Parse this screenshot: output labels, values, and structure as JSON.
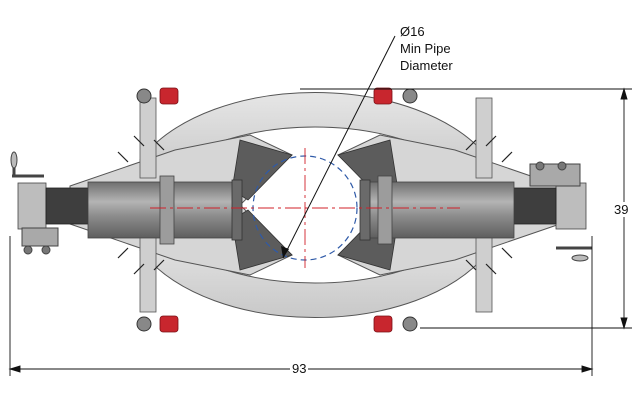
{
  "callout": {
    "diameter": "Ø16",
    "line1": "Min Pipe",
    "line2": "Diameter"
  },
  "dimensions": {
    "width": "93",
    "height": "39"
  },
  "colors": {
    "frame": "#d8d8d8",
    "cylinder": "#8e8e8e",
    "red_cap": "#c8262e",
    "center_line": "#d0202a",
    "pipe_circle": "#2f5aa8",
    "outline": "#555555"
  }
}
